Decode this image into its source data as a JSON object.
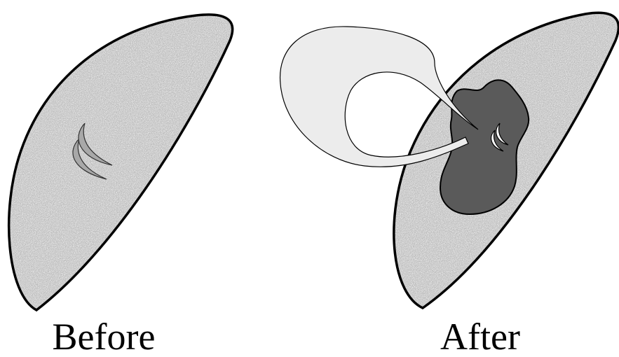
{
  "panels": [
    {
      "id": "before",
      "label": "Before"
    },
    {
      "id": "after",
      "label": "After"
    }
  ],
  "colors": {
    "outline": "#000000",
    "tissue_fill": "#c8c8c8",
    "tissue_speckle_light": "#f2f2f2",
    "tissue_speckle_dark": "#9a9a9a",
    "dark_region": "#5a5a5a",
    "balloon": "#ececec",
    "crescent": "#a8a8a8",
    "background": "#ffffff"
  },
  "icons": [
    "tissue-lens-shape",
    "crescent-mark",
    "dark-blob",
    "speech-balloon-loop"
  ]
}
